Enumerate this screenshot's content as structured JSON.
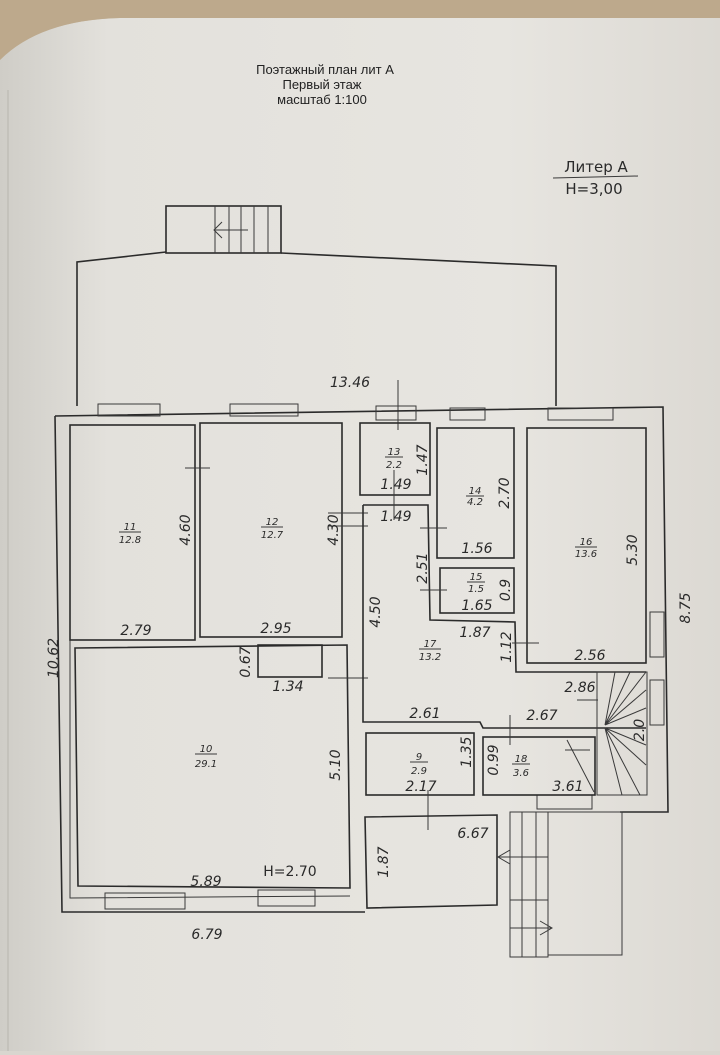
{
  "header": {
    "title": "Поэтажный план лит А",
    "floor": "Первый этаж",
    "scale": "масштаб 1:100"
  },
  "liter": {
    "name": "Литер А",
    "height": "H=3,00"
  },
  "rooms": [
    {
      "number": "11",
      "area": "12.8"
    },
    {
      "number": "12",
      "area": "12.7"
    },
    {
      "number": "10",
      "area": "29.1"
    },
    {
      "number": "13",
      "area": "2.2"
    },
    {
      "number": "14",
      "area": "4.2"
    },
    {
      "number": "15",
      "area": "1.5"
    },
    {
      "number": "16",
      "area": "13.6"
    },
    {
      "number": "17",
      "area": "13.2"
    },
    {
      "number": "9",
      "area": "2.9"
    },
    {
      "number": "18",
      "area": "3.6"
    }
  ],
  "dimensions": {
    "overall_width": "13.46",
    "overall_height_left": "10.62",
    "overall_height_right": "8.75",
    "bottom_left_width": "6.79",
    "r11_w": "2.79",
    "r11_h": "4.60",
    "r12_w": "2.95",
    "r12_h": "4.30",
    "r10_w": "5.89",
    "r10_h": "5.10",
    "r10_ceiling": "H=2.70",
    "closet_w": "1.34",
    "closet_h": "0.67",
    "r13_w": "1.49",
    "r13_h": "1.47",
    "r17_top": "1.49",
    "r17_h": "4.50",
    "r17_mid": "2.51",
    "r17_w1": "1.87",
    "r17_h2": "1.12",
    "r17_b1": "2.61",
    "r17_b2": "2.67",
    "r14_w": "1.56",
    "r14_h": "2.70",
    "r15_w": "1.65",
    "r15_h": "0.9",
    "r16_w": "2.56",
    "r16_h": "5.30",
    "stair_w": "2.86",
    "stair_h": "2.0",
    "r9_w": "2.17",
    "r9_h": "1.35",
    "r18_w": "3.61",
    "r18_h": "0.99",
    "porch_w": "6.67",
    "porch_h": "1.87"
  }
}
